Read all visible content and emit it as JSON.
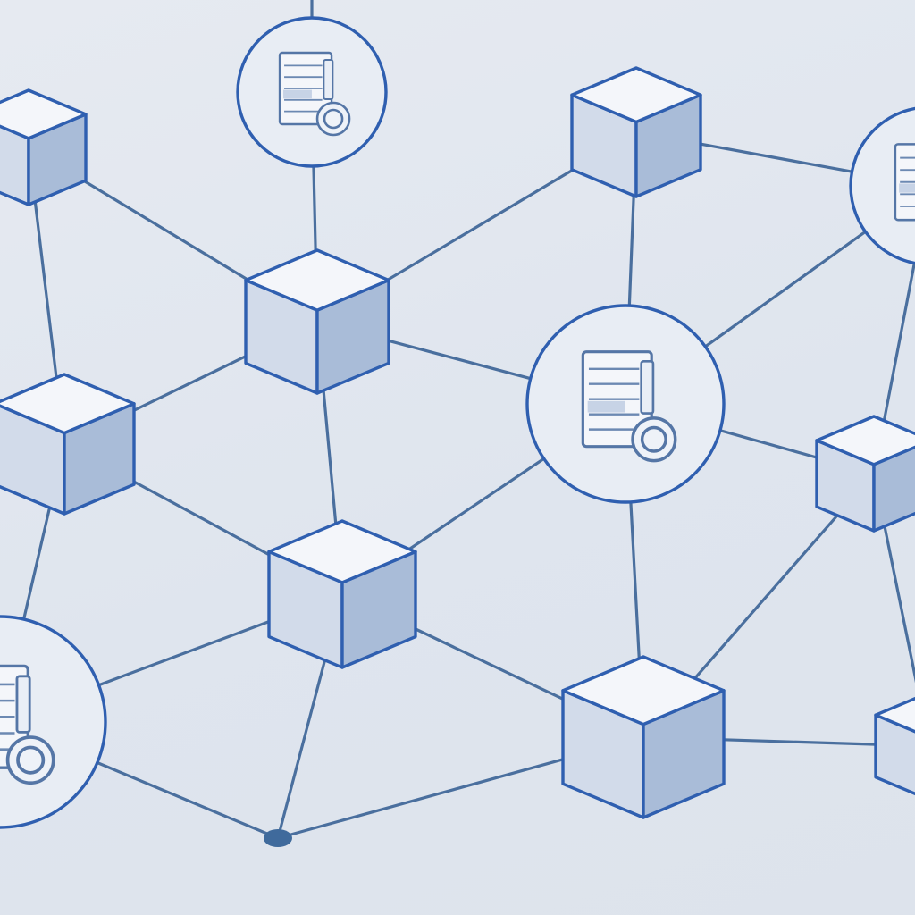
{
  "scene": {
    "nodes": [
      {
        "id": "block-1",
        "kind": "block"
      },
      {
        "id": "block-2",
        "kind": "block"
      },
      {
        "id": "block-3",
        "kind": "block"
      },
      {
        "id": "block-4",
        "kind": "block"
      },
      {
        "id": "block-5",
        "kind": "block"
      },
      {
        "id": "block-6",
        "kind": "block"
      },
      {
        "id": "block-7",
        "kind": "block"
      },
      {
        "id": "block-8",
        "kind": "block"
      },
      {
        "id": "block-9",
        "kind": "block"
      },
      {
        "id": "document-1",
        "kind": "document"
      },
      {
        "id": "document-2",
        "kind": "document"
      },
      {
        "id": "document-3",
        "kind": "document"
      },
      {
        "id": "document-4",
        "kind": "document"
      },
      {
        "id": "junction-1",
        "kind": "junction"
      }
    ],
    "edges": [
      [
        "document-1",
        "block-2"
      ],
      [
        "block-1",
        "block-2"
      ],
      [
        "block-1",
        "block-4"
      ],
      [
        "block-2",
        "block-3"
      ],
      [
        "block-2",
        "block-4"
      ],
      [
        "block-2",
        "document-3"
      ],
      [
        "block-2",
        "block-5"
      ],
      [
        "block-3",
        "document-2"
      ],
      [
        "block-3",
        "document-3"
      ],
      [
        "document-2",
        "document-3"
      ],
      [
        "document-3",
        "block-6"
      ],
      [
        "document-3",
        "block-5"
      ],
      [
        "document-3",
        "block-7"
      ],
      [
        "document-2",
        "block-6"
      ],
      [
        "block-4",
        "block-5"
      ],
      [
        "block-4",
        "document-4"
      ],
      [
        "block-5",
        "document-4"
      ],
      [
        "block-5",
        "block-7"
      ],
      [
        "block-5",
        "junction-1"
      ],
      [
        "document-4",
        "junction-1"
      ],
      [
        "block-7",
        "junction-1"
      ],
      [
        "block-6",
        "block-7"
      ],
      [
        "block-6",
        "block-8"
      ],
      [
        "block-7",
        "block-8"
      ]
    ],
    "colors": {
      "background": "#dfe5ee",
      "line": "#4a6f9e",
      "outline": "#2f5fb0",
      "cube_top": "#f4f6fa",
      "cube_left": "#d2dbea",
      "cube_right": "#a9bcd8",
      "circle_fill": "#e8edf4",
      "doc_stroke": "#5576a6"
    }
  }
}
